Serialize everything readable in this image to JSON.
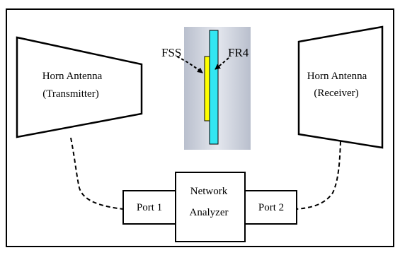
{
  "transmitter": {
    "line1": "Horn Antenna",
    "line2": "(Transmitter)"
  },
  "receiver": {
    "line1": "Horn Antenna",
    "line2": "(Receiver)"
  },
  "sample": {
    "fss_label": "FSS",
    "fr4_label": "FR4"
  },
  "analyzer": {
    "line1": "Network",
    "line2": "Analyzer"
  },
  "ports": {
    "port1": "Port 1",
    "port2": "Port 2"
  },
  "colors": {
    "fss": "#ffff00",
    "fr4": "#33e6f2",
    "backdrop_edge": "#b9bfcd",
    "backdrop_center": "#e4e7ee"
  }
}
